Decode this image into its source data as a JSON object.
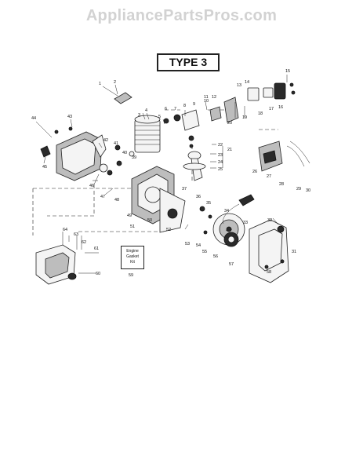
{
  "watermark": "AppliancePartsPros.com",
  "title": "TYPE 3",
  "kit": {
    "line1": "Engine",
    "line2": "Gasket",
    "line3": "Kit",
    "number": "59"
  },
  "callouts": [
    "1",
    "2",
    "3",
    "4",
    "5",
    "6",
    "7",
    "8",
    "9",
    "10",
    "11",
    "12",
    "13",
    "14",
    "15",
    "16",
    "17",
    "18",
    "19",
    "20",
    "21",
    "22",
    "23",
    "24",
    "25",
    "26",
    "27",
    "28",
    "29",
    "30",
    "31",
    "32",
    "33",
    "34",
    "35",
    "36",
    "37",
    "38",
    "39",
    "40",
    "41",
    "42",
    "43",
    "44",
    "45",
    "46",
    "47",
    "48",
    "49",
    "50",
    "51",
    "52",
    "53",
    "54",
    "55",
    "56",
    "57",
    "58",
    "60",
    "61",
    "62",
    "63",
    "64"
  ]
}
